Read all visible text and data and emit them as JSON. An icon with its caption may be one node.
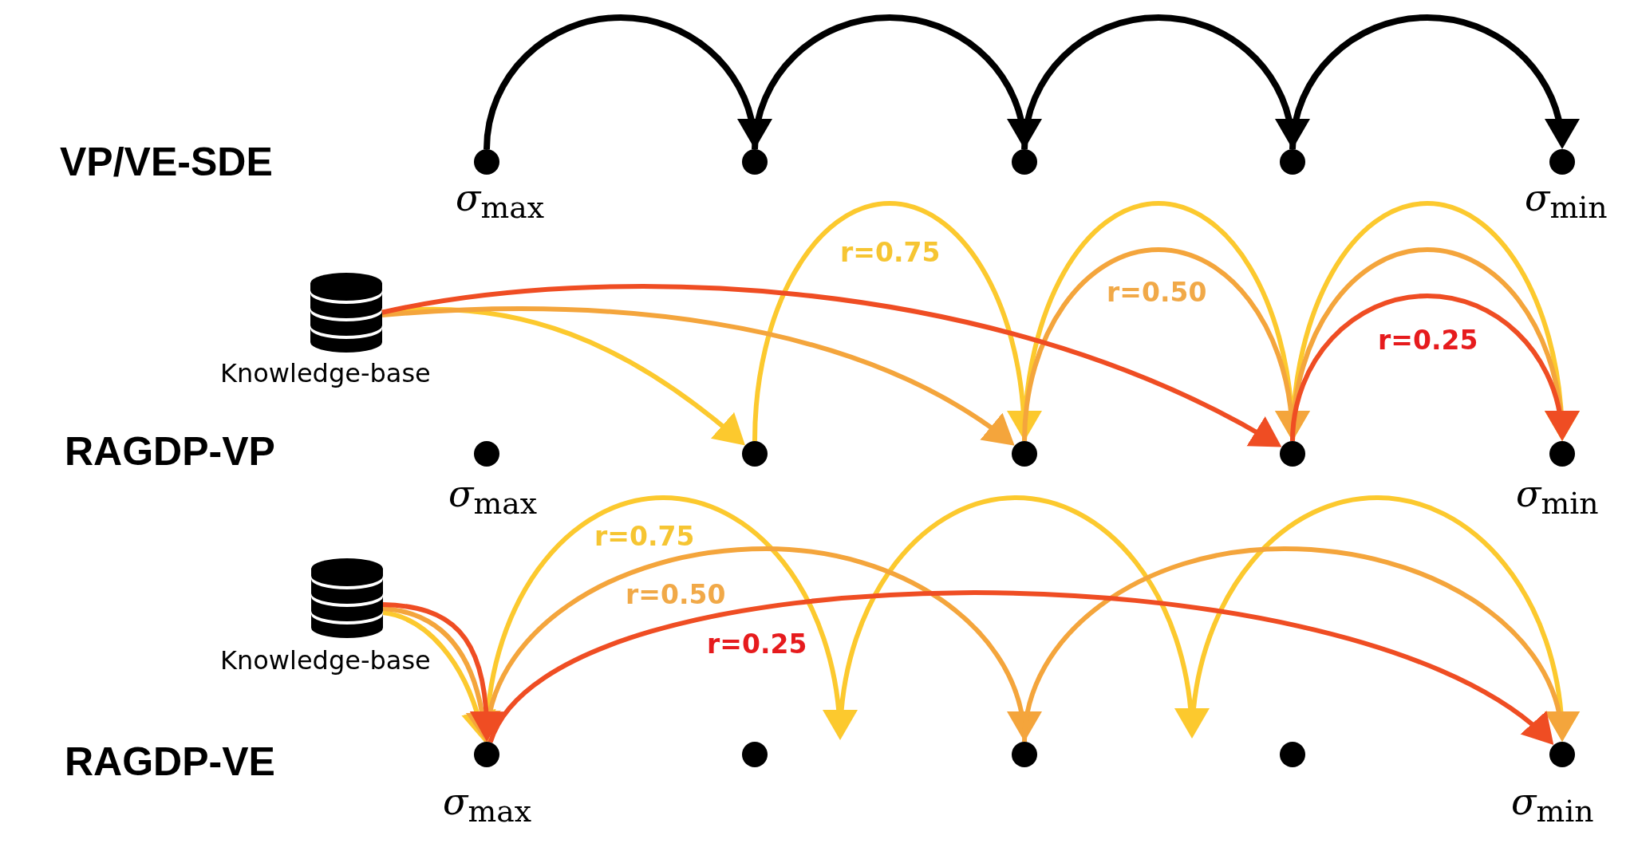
{
  "diagram": {
    "nodes": [
      {
        "text": [],
        "shape": "circle",
        "beside": [
          "σ$_{max}$"
        ]
      },
      {
        "text": [],
        "shape": "circle"
      },
      {
        "text": [],
        "shape": "circle"
      },
      {
        "text": [],
        "shape": "circle"
      },
      {
        "text": [],
        "shape": "circle",
        "beside": [
          "σ$_{min}$"
        ]
      },
      {
        "text": [],
        "shape": "cylinder",
        "beside": [
          "Knowledge-base"
        ]
      },
      {
        "text": [],
        "shape": "circle",
        "beside": [
          "σ$_{max}$"
        ]
      },
      {
        "text": [],
        "shape": "circle"
      },
      {
        "text": [],
        "shape": "circle"
      },
      {
        "text": [],
        "shape": "circle"
      },
      {
        "text": [],
        "shape": "circle",
        "beside": [
          "σ$_{min}$"
        ]
      },
      {
        "text": [],
        "shape": "cylinder",
        "beside": [
          "Knowledge-base"
        ]
      },
      {
        "text": [],
        "shape": "circle",
        "beside": [
          "σ$_{max}$"
        ]
      },
      {
        "text": [],
        "shape": "circle"
      },
      {
        "text": [],
        "shape": "circle"
      },
      {
        "text": [],
        "shape": "circle"
      },
      {
        "text": [],
        "shape": "circle",
        "beside": [
          "σ$_{min}$"
        ]
      }
    ],
    "edges": [
      {
        "from": 0,
        "to": 1,
        "arrow": "to",
        "color": "#000000"
      },
      {
        "from": 1,
        "to": 2,
        "arrow": "to",
        "color": "#000000"
      },
      {
        "from": 2,
        "to": 3,
        "arrow": "to",
        "color": "#000000"
      },
      {
        "from": 3,
        "to": 4,
        "arrow": "to",
        "color": "#000000"
      },
      {
        "from": 5,
        "to": 7,
        "arrow": "to",
        "color": "#fcc92e"
      },
      {
        "from": 5,
        "to": 8,
        "arrow": "to",
        "color": "#f4a53c"
      },
      {
        "from": 5,
        "to": 9,
        "arrow": "to",
        "color": "#ef4d23"
      },
      {
        "from": 7,
        "to": 8,
        "arrow": "to",
        "color": "#fcc92e"
      },
      {
        "from": 8,
        "to": 9,
        "arrow": "to",
        "color": "#fcc92e"
      },
      {
        "from": 9,
        "to": 10,
        "arrow": "to",
        "color": "#fcc92e"
      },
      {
        "from": 8,
        "to": 9,
        "arrow": "to",
        "color": "#f4a53c"
      },
      {
        "from": 9,
        "to": 10,
        "arrow": "to",
        "color": "#f4a53c"
      },
      {
        "from": 9,
        "to": 10,
        "arrow": "to",
        "color": "#ef4d23"
      },
      {
        "from": 11,
        "to": 12,
        "arrow": "to",
        "color": "#fcc92e"
      },
      {
        "from": 11,
        "to": 12,
        "arrow": "to",
        "color": "#f4a53c"
      },
      {
        "from": 11,
        "to": 12,
        "arrow": "to",
        "color": "#ef4d23"
      },
      {
        "from": 12,
        "to": 16,
        "arrow": "to",
        "color": "#fcc92e"
      },
      {
        "from": 12,
        "to": 14,
        "arrow": "to",
        "color": "#f4a53c"
      },
      {
        "from": 14,
        "to": 16,
        "arrow": "to",
        "color": "#f4a53c"
      },
      {
        "from": 12,
        "to": 16,
        "arrow": "to",
        "color": "#ef4d23"
      }
    ],
    "labels": [
      "VP/VE-SDE",
      "r=0.75",
      "r=0.50",
      "r=0.25",
      "RAGDP-VP",
      "r=0.75",
      "r=0.50",
      "r=0.25",
      "RAGDP-VE"
    ]
  }
}
